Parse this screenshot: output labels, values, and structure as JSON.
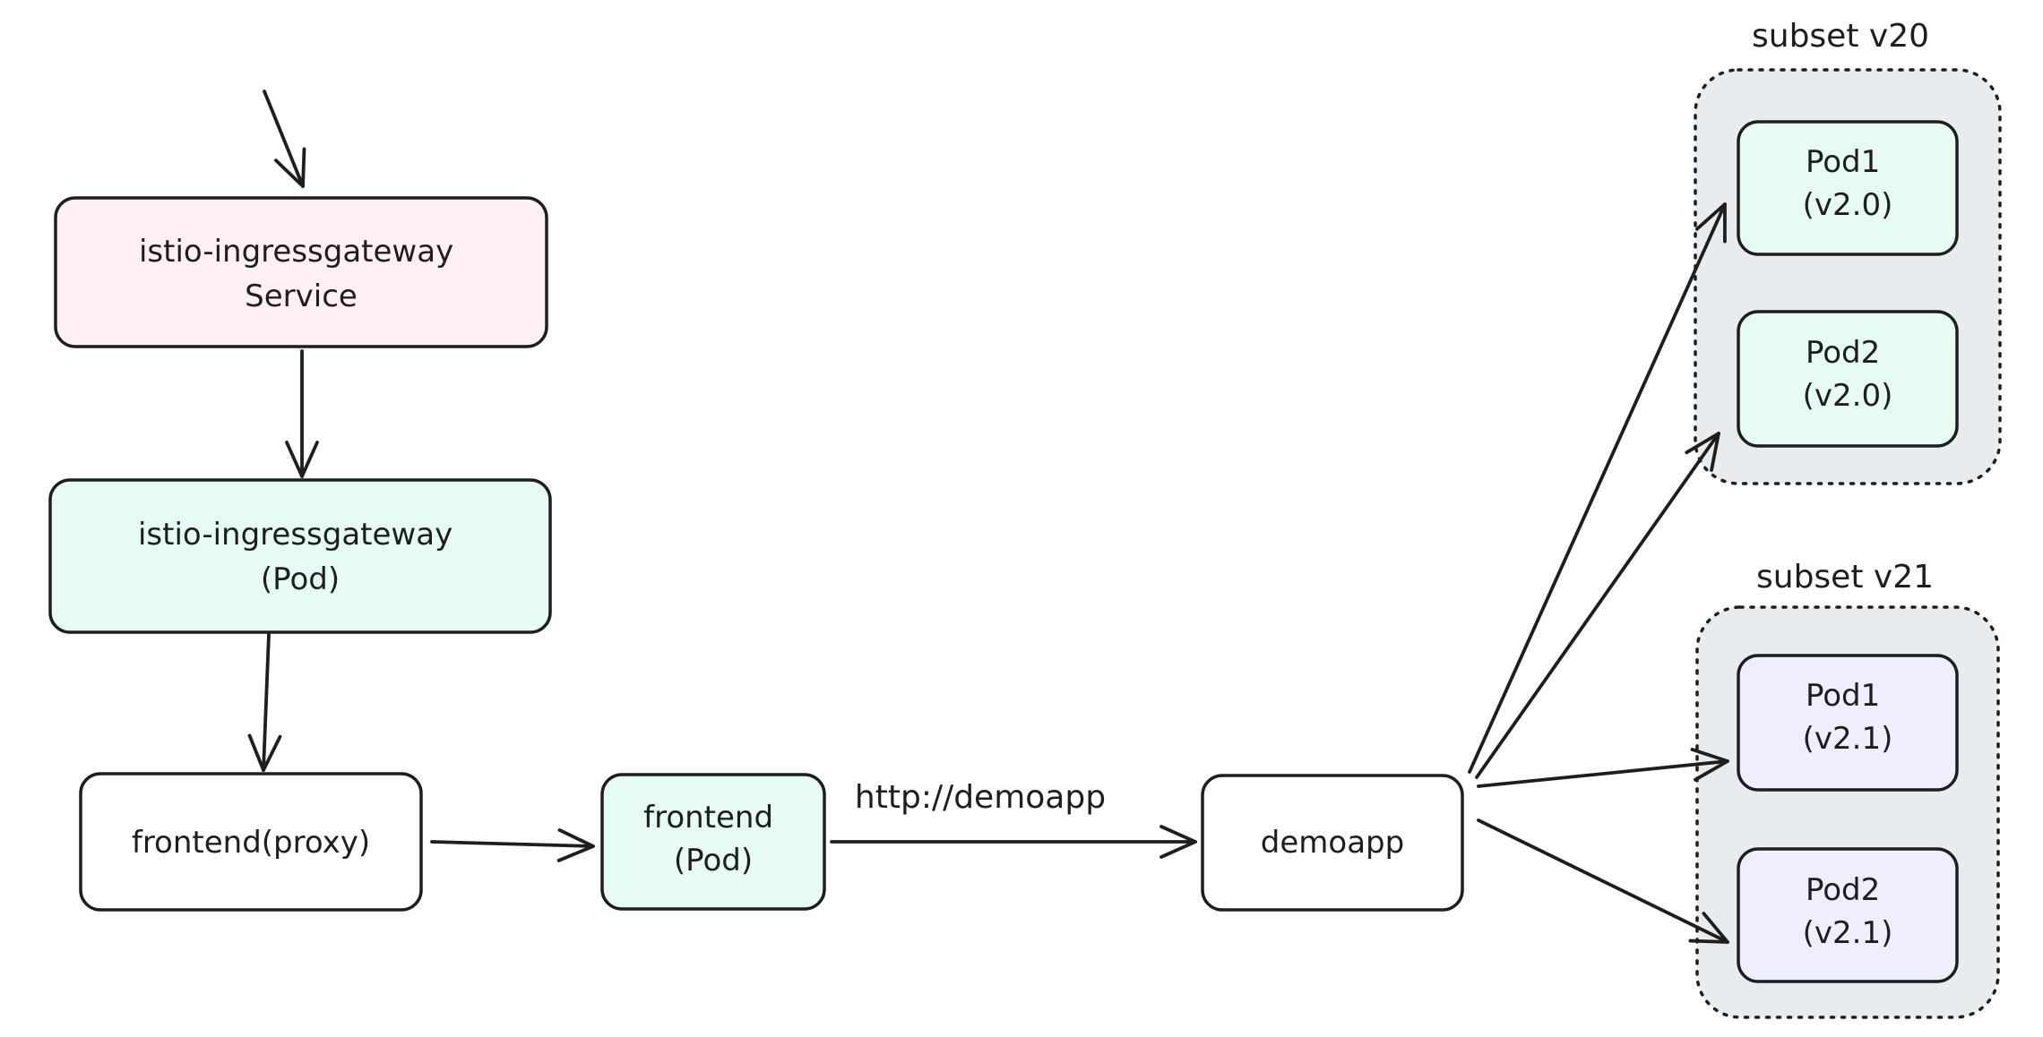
{
  "colors": {
    "stroke": "#1e1e1e",
    "service_fill": "#fff0f3",
    "pod_fill": "#e6fbf4",
    "plain_fill": "#ffffff",
    "v21_fill": "#efeefd",
    "group_fill": "#e9ecef"
  },
  "groups": {
    "subset_v20": {
      "label": "subset v20"
    },
    "subset_v21": {
      "label": "subset v21"
    }
  },
  "nodes": {
    "ingress_service": {
      "lines": [
        "istio-ingressgateway",
        "Service"
      ]
    },
    "ingress_pod": {
      "lines": [
        "istio-ingressgateway",
        "(Pod)"
      ]
    },
    "frontend_proxy": {
      "lines": [
        "frontend(proxy)"
      ]
    },
    "frontend_pod": {
      "lines": [
        "frontend",
        "(Pod)"
      ]
    },
    "demoapp": {
      "lines": [
        "demoapp"
      ]
    },
    "v20_pod1": {
      "lines": [
        "Pod1",
        "(v2.0)"
      ]
    },
    "v20_pod2": {
      "lines": [
        "Pod2",
        "(v2.0)"
      ]
    },
    "v21_pod1": {
      "lines": [
        "Pod1",
        "(v2.1)"
      ]
    },
    "v21_pod2": {
      "lines": [
        "Pod2",
        "(v2.1)"
      ]
    }
  },
  "edges": {
    "frontend_to_demoapp": {
      "label": "http://demoapp"
    }
  }
}
